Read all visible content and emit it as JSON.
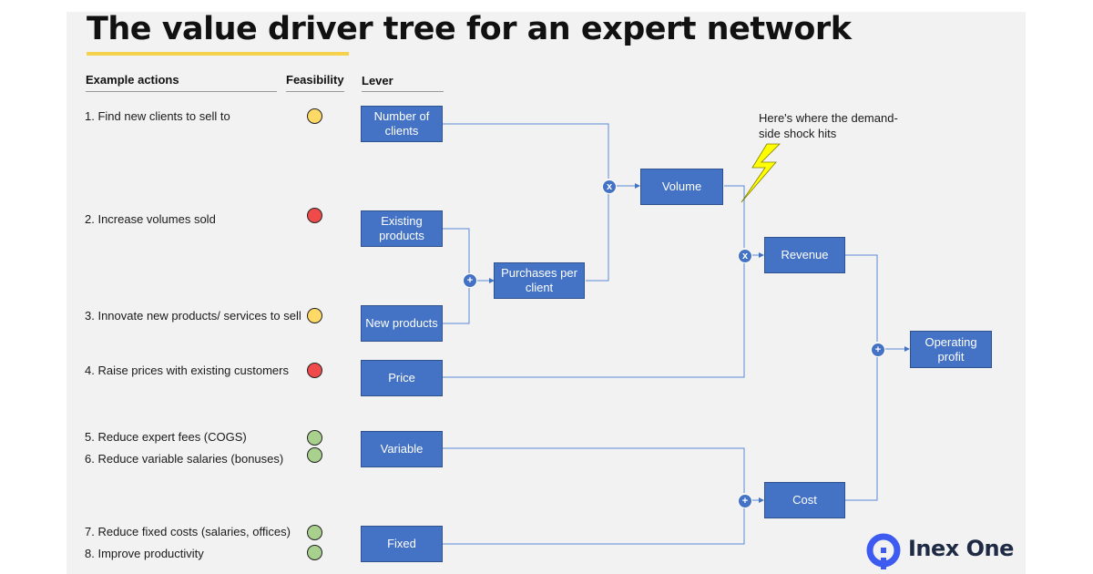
{
  "title": "The value driver tree for an expert network",
  "headers": {
    "actions": "Example actions",
    "feasibility": "Feasibility",
    "lever": "Lever"
  },
  "actions": [
    {
      "text": "1. Find new clients to sell to",
      "feasibility": "medium"
    },
    {
      "text": "2. Increase volumes sold",
      "feasibility": "low"
    },
    {
      "text": "3. Innovate new products/ services to sell",
      "feasibility": "medium"
    },
    {
      "text": "4. Raise prices with existing customers",
      "feasibility": "low"
    },
    {
      "text": "5. Reduce expert fees (COGS)",
      "feasibility": "high"
    },
    {
      "text": "6. Reduce variable salaries (bonuses)",
      "feasibility": "high"
    },
    {
      "text": "7. Reduce fixed costs (salaries, offices)",
      "feasibility": "high"
    },
    {
      "text": "8. Improve productivity",
      "feasibility": "high"
    }
  ],
  "feasibility_colors": {
    "high": "#a9d18e",
    "medium": "#ffd966",
    "low": "#f04b4b"
  },
  "levers": {
    "number_of_clients": "Number of clients",
    "existing_products": "Existing products",
    "new_products": "New products",
    "price": "Price",
    "variable": "Variable",
    "fixed": "Fixed"
  },
  "nodes": {
    "purchases_per_client": "Purchases per client",
    "volume": "Volume",
    "revenue": "Revenue",
    "cost": "Cost",
    "operating_profit": "Operating profit"
  },
  "operators": {
    "multiply": "x",
    "add": "+"
  },
  "annotation": "Here's where the demand-side shock hits",
  "brand": {
    "name": "Inex One",
    "logo_icon": "q-shaped-logo",
    "color": "#3d5af1"
  },
  "colors": {
    "box_fill": "#4472c4",
    "connector": "#5b8bd6",
    "lightning": "#ffff00"
  }
}
